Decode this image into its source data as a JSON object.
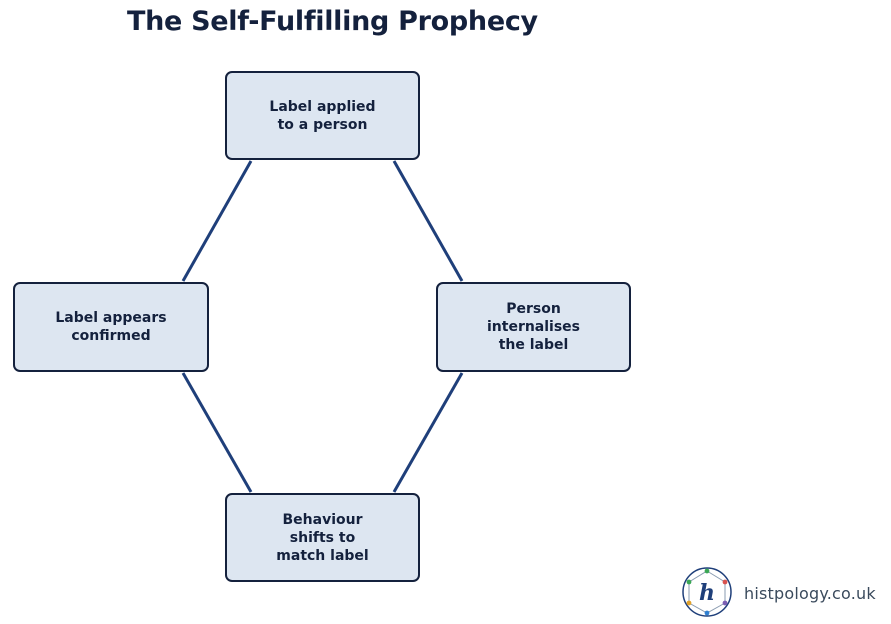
{
  "title": "The Self-Fulfilling Prophecy",
  "colors": {
    "box_fill": "#dde6f1",
    "box_border": "#14213d",
    "connector": "#1f3f7a",
    "text": "#14213d"
  },
  "nodes": [
    {
      "id": "top",
      "lines": [
        "Label applied",
        "to a person"
      ]
    },
    {
      "id": "right",
      "lines": [
        "Person",
        "internalises",
        "the label"
      ]
    },
    {
      "id": "bottom",
      "lines": [
        "Behaviour",
        "shifts to",
        "match label"
      ]
    },
    {
      "id": "left",
      "lines": [
        "Label appears",
        "confirmed"
      ]
    }
  ],
  "connections": [
    {
      "from": "top",
      "to": "right"
    },
    {
      "from": "right",
      "to": "bottom"
    },
    {
      "from": "bottom",
      "to": "left"
    },
    {
      "from": "left",
      "to": "top"
    }
  ],
  "brand": {
    "site": "histpology.co.uk",
    "logo_icon": "histpology-logo-icon",
    "logo_letter": "h"
  }
}
